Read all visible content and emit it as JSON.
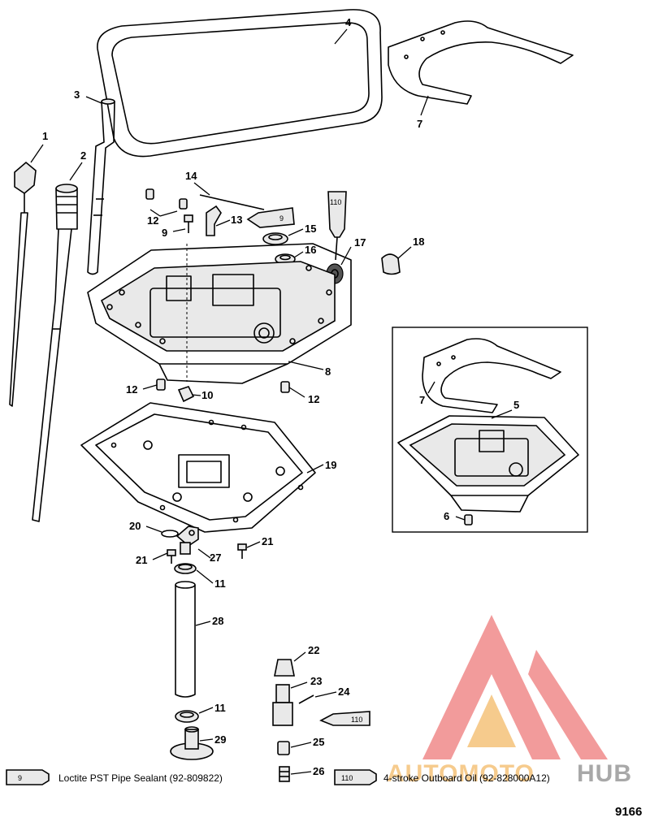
{
  "callouts": {
    "c1": "1",
    "c2": "2",
    "c3": "3",
    "c4": "4",
    "c5": "5",
    "c6": "6",
    "c7a": "7",
    "c7b": "7",
    "c8": "8",
    "c9a": "9",
    "c10": "10",
    "c11a": "11",
    "c11b": "11",
    "c12a": "12",
    "c12b": "12",
    "c12c": "12",
    "c13": "13",
    "c14": "14",
    "c15": "15",
    "c16": "16",
    "c17": "17",
    "c18": "18",
    "c19": "19",
    "c20": "20",
    "c21a": "21",
    "c21b": "21",
    "c22": "22",
    "c23": "23",
    "c24": "24",
    "c25": "25",
    "c26": "26",
    "c27": "27",
    "c28": "28",
    "c29": "29"
  },
  "tube_labels": {
    "t9_main": "9",
    "t110_top": "110",
    "t110_mid": "110",
    "t9_legend": "9",
    "t110_legend": "110"
  },
  "legend": {
    "sealant": "Loctite PST Pipe Sealant (92-809822)",
    "oil": "4-stroke Outboard Oil (92-828000A12)"
  },
  "figure_number": "9166",
  "watermark": {
    "brand_part1": "AUTOMOTO",
    "brand_part2": "HUB",
    "color_main": "#f08a8a",
    "color_accent": "#f5c27a",
    "color_dark": "#9a9a9a"
  }
}
